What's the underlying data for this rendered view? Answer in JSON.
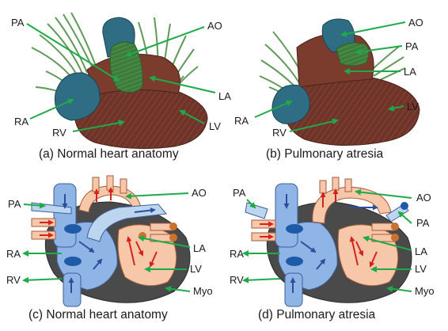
{
  "panels": [
    {
      "id": "a",
      "caption": "(a) Normal heart anatomy",
      "labels": [
        "PA",
        "AO",
        "LA",
        "LV",
        "RA",
        "RV"
      ]
    },
    {
      "id": "b",
      "caption": "(b) Pulmonary atresia",
      "labels": [
        "AO",
        "PA",
        "LA",
        "LV",
        "RA",
        "RV"
      ]
    },
    {
      "id": "c",
      "caption": "(c) Normal heart anatomy",
      "labels": [
        "PA",
        "AO",
        "RA",
        "LA",
        "RV",
        "LV",
        "Myo"
      ]
    },
    {
      "id": "d",
      "caption": "(d) Pulmonary atresia",
      "labels": [
        "PA",
        "AO",
        "PA",
        "RA",
        "LA",
        "RV",
        "LV",
        "Myo"
      ]
    }
  ],
  "colors": {
    "arrow": "#1faa4a",
    "muscle": "#7a3a2c",
    "vessel_blue": "#2e6e86",
    "vessel_green": "#3f8a3f",
    "diagram_blue": "#8fb4e6",
    "diagram_pink": "#f6c7a8",
    "diagram_gray": "#4a4a4a",
    "diagram_orange": "#c9732c"
  }
}
